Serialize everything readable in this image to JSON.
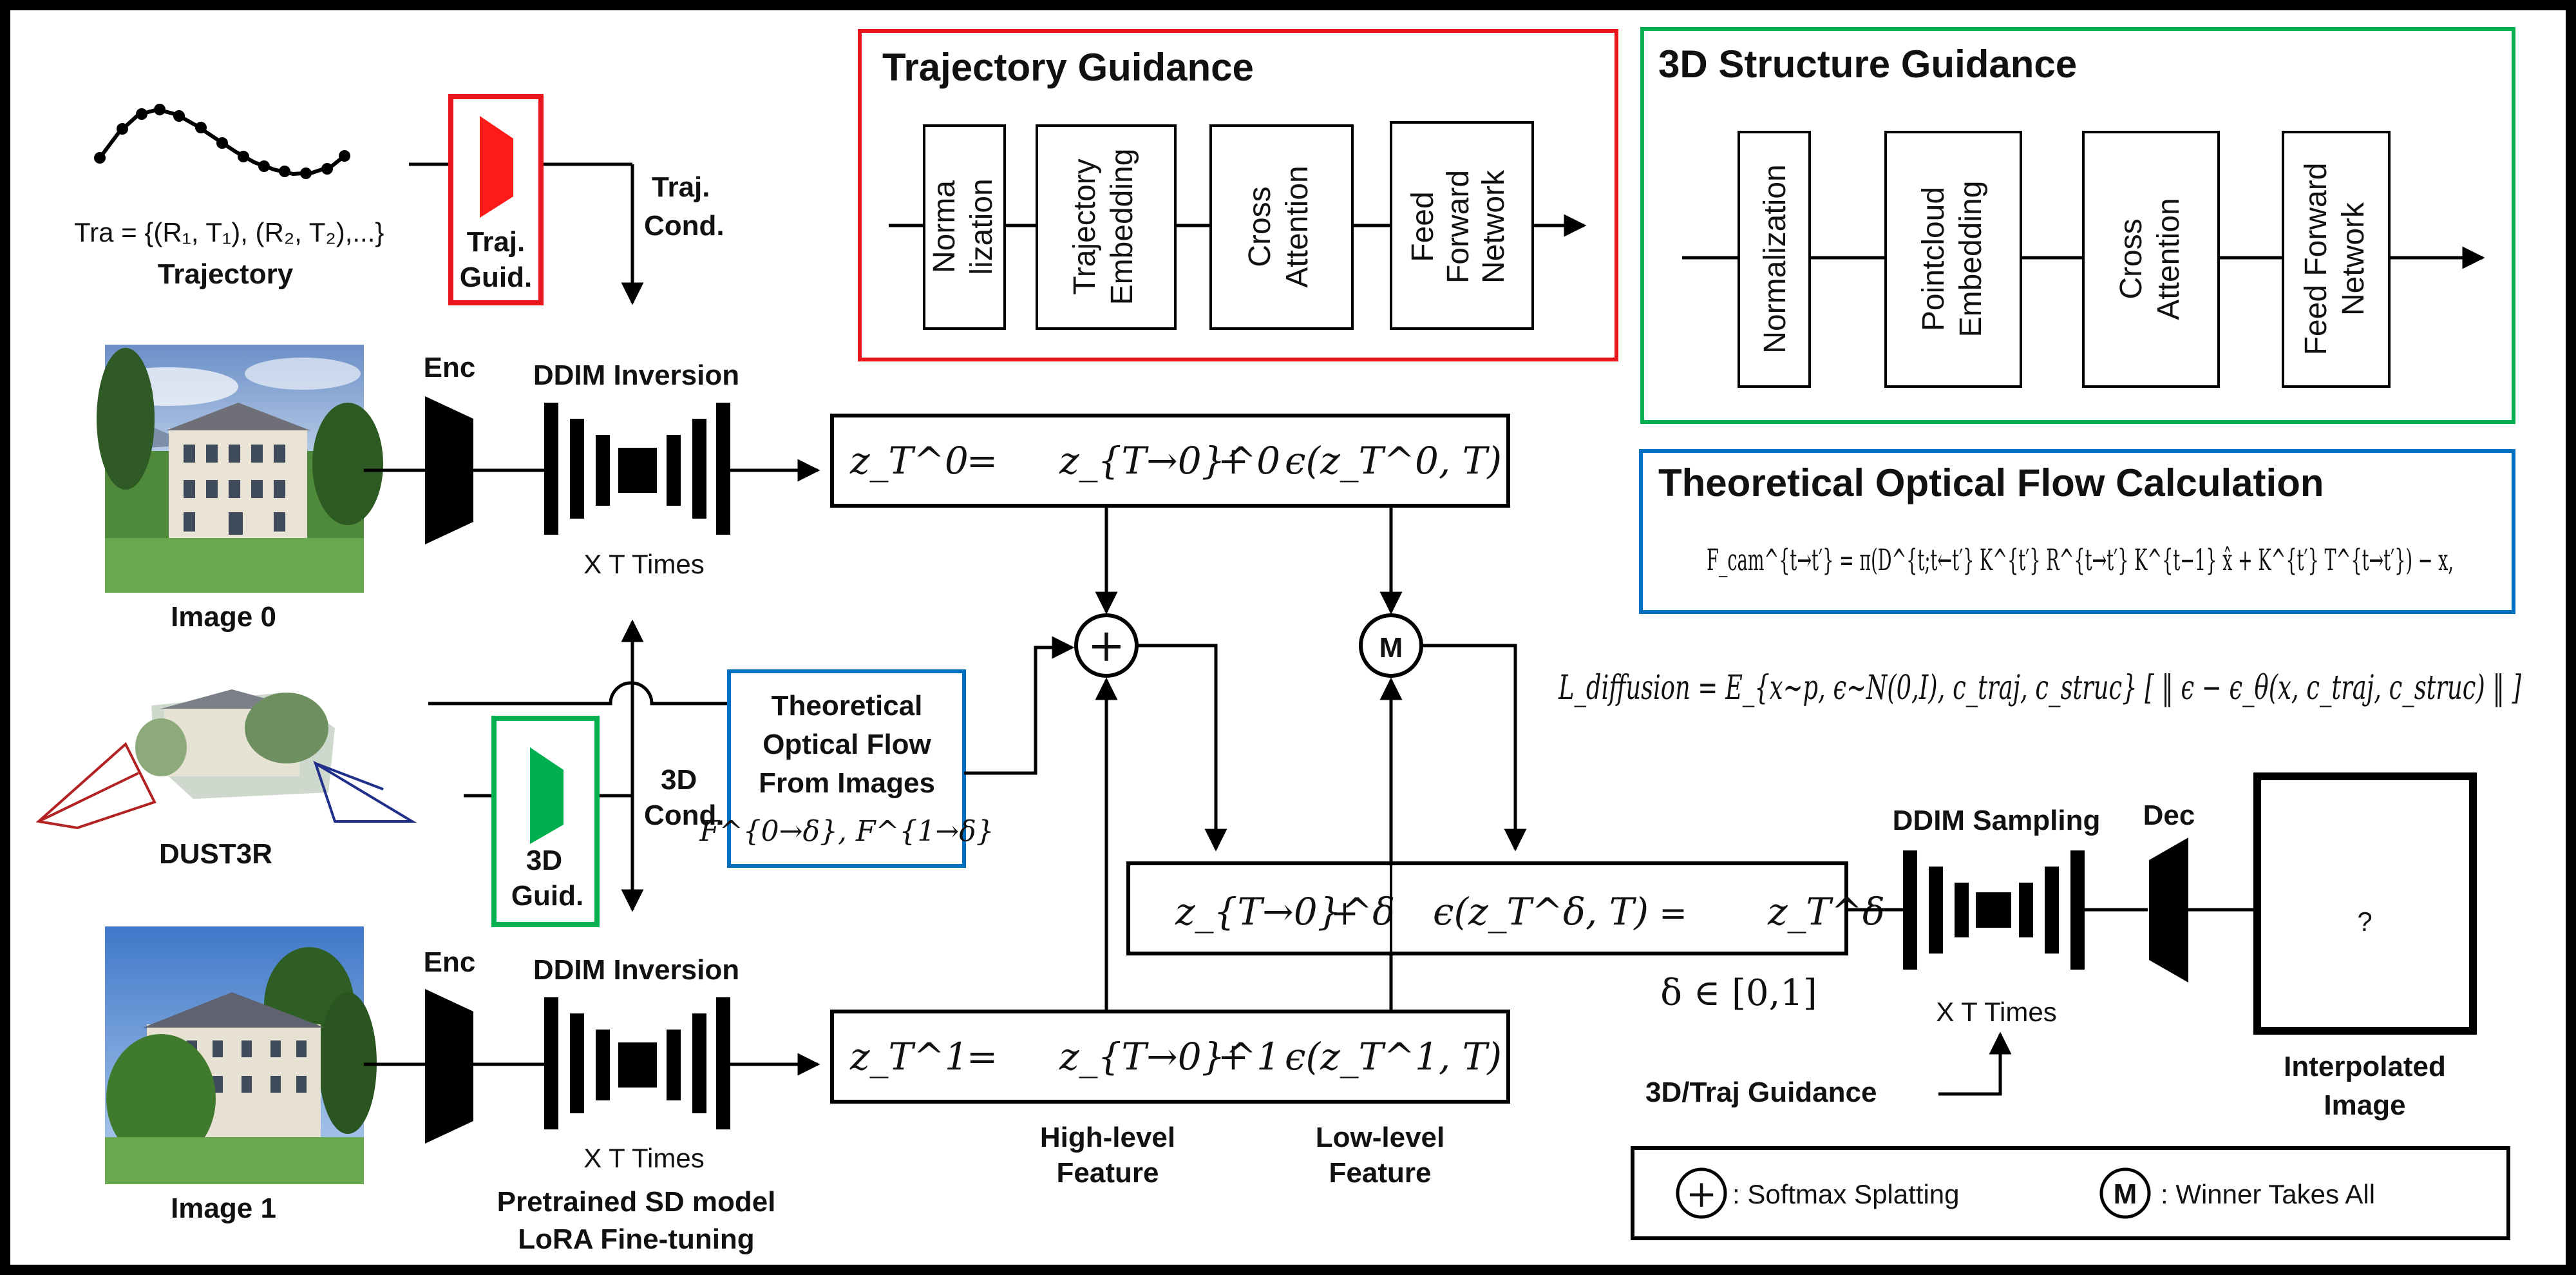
{
  "trajectory": {
    "formula": "Tra = {(R₁, T₁), (R₂, T₂),...}",
    "label": "Trajectory",
    "guid_line1": "Traj.",
    "guid_line2": "Guid.",
    "cond_line1": "Traj.",
    "cond_line2": "Cond."
  },
  "traj_guidance_panel": {
    "title": "Trajectory Guidance",
    "blocks": [
      {
        "line1": "Norma",
        "line2": "lization"
      },
      {
        "line1": "Trajectory",
        "line2": "Embedding"
      },
      {
        "line1": "Cross",
        "line2": "Attention"
      },
      {
        "line1": "Feed",
        "line2": "Forward",
        "line3": "Network"
      }
    ]
  },
  "structure_guidance_panel": {
    "title": "3D Structure Guidance",
    "blocks": [
      {
        "line1": "Normalization"
      },
      {
        "line1": "Pointcloud",
        "line2": "Embedding"
      },
      {
        "line1": "Cross",
        "line2": "Attention"
      },
      {
        "line1": "Feed Forward",
        "line2": "Network"
      }
    ]
  },
  "optical_flow_panel": {
    "title": "Theoretical Optical Flow Calculation",
    "formula": "F_cam^{t→t′} = π(D^{t;t←t′} K^{t′} R^{t→t′} K^{t−1} x̂ + K^{t′} T^{t→t′}) − x,"
  },
  "image0": {
    "label": "Image 0",
    "enc": "Enc",
    "ddim": "DDIM Inversion",
    "times": "X T Times",
    "eq": {
      "lhs": "z_T^0",
      "eq": "=",
      "mid": "z_{T→0}^0",
      "plus": "+",
      "rhs": "ϵ(z_T^0, T)"
    }
  },
  "image1": {
    "label": "Image 1",
    "enc": "Enc",
    "ddim": "DDIM Inversion",
    "times": "X T Times",
    "model_line1": "Pretrained SD model",
    "model_line2": "LoRA Fine-tuning",
    "eq": {
      "lhs": "z_T^1",
      "eq": "=",
      "mid": "z_{T→0}^1",
      "plus": "+",
      "rhs": "ϵ(z_T^1, T)"
    }
  },
  "dust3r": {
    "label": "DUST3R",
    "guid_line1": "3D",
    "guid_line2": "Guid.",
    "cond_line1": "3D",
    "cond_line2": "Cond."
  },
  "flow_box": {
    "line1": "Theoretical",
    "line2": "Optical Flow",
    "line3": "From Images",
    "formula": "F^{0→δ}, F^{1→δ}"
  },
  "operators": {
    "splat": "+",
    "wta": "M"
  },
  "features": {
    "high_line1": "High-level",
    "high_line2": "Feature",
    "low_line1": "Low-level",
    "low_line2": "Feature"
  },
  "loss": "L_diffusion = E_{x∼p, ϵ∼N(0,I), c_traj, c_struc} [ ‖ ϵ − ϵ_θ(x, c_traj, c_struc) ‖ ]",
  "interp_eq": {
    "a": "z_{T→0}^δ",
    "plus": "+",
    "b": "ϵ(z_T^δ, T)",
    "eq": "=",
    "c": "z_T^δ"
  },
  "delta_range": "δ ∈ [0,1]",
  "sampling": {
    "ddim": "DDIM Sampling",
    "times": "X T Times",
    "dec": "Dec",
    "guidance": "3D/Traj Guidance"
  },
  "output": {
    "mark": "?",
    "line1": "Interpolated",
    "line2": "Image"
  },
  "legend": {
    "splat_symbol": "+",
    "splat_text": ": Softmax Splatting",
    "wta_symbol": "M",
    "wta_text": ": Winner Takes All"
  },
  "colors": {
    "red": "#e8161c",
    "green": "#00b050",
    "blue": "#0070c0",
    "black": "#000000"
  }
}
